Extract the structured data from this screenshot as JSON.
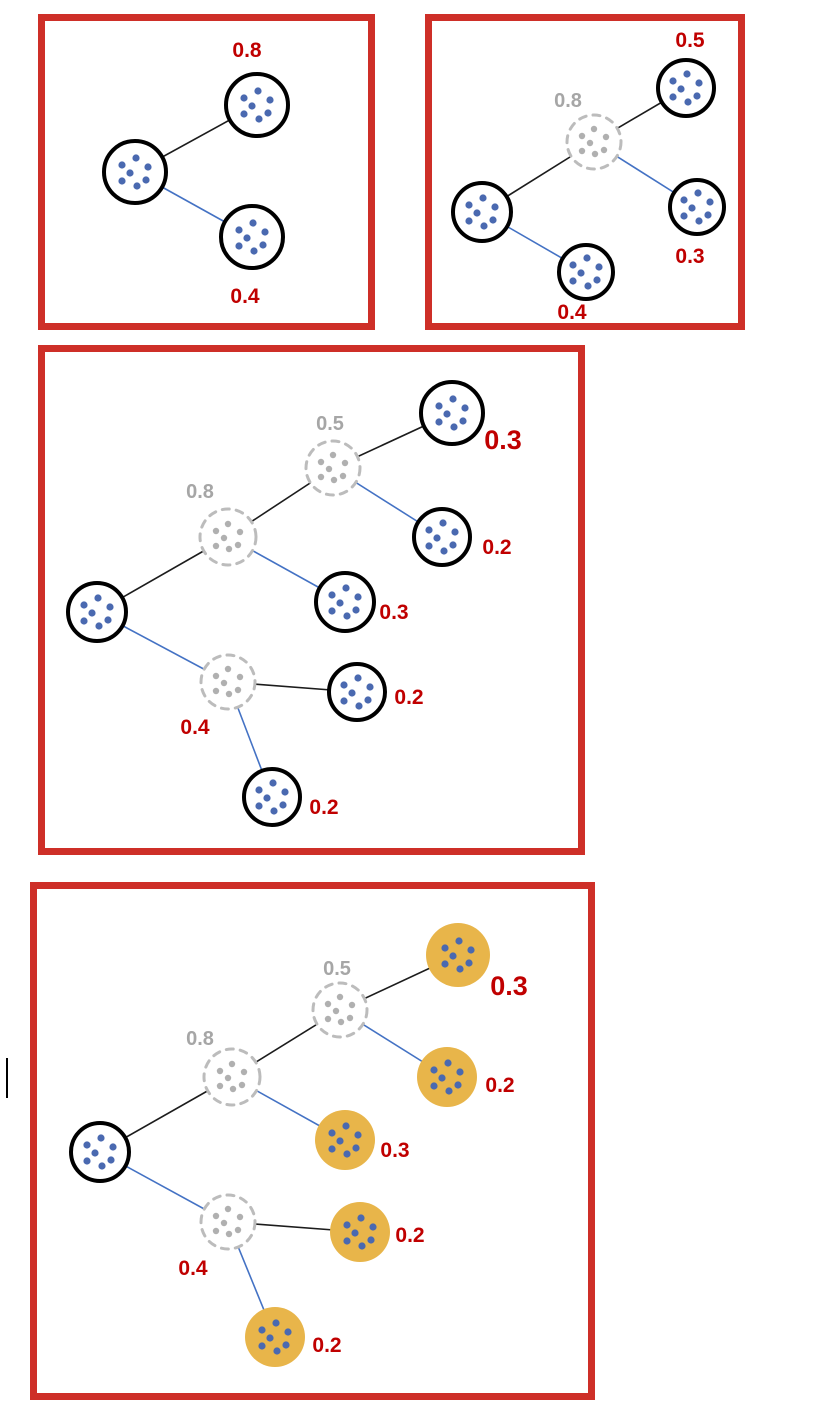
{
  "figure": {
    "description": "Four-step hierarchical cluster splitting diagram with split probabilities"
  },
  "colors": {
    "panel_border": "#ce2f28",
    "node_stroke": "#000000",
    "node_fill": "#ffffff",
    "dot_blue": "#4a69b0",
    "ghost_stroke": "#bcbcbc",
    "ghost_dot": "#b0b0b0",
    "leaf_highlight_fill": "#e8b54a",
    "edge_dark": "#1c1c1c",
    "edge_blue": "#4472c4",
    "label_red": "#c00000",
    "label_gray": "#a6a6a6"
  },
  "panel1": {
    "labels": {
      "top_child": "0.8",
      "bottom_child": "0.4"
    }
  },
  "panel2": {
    "labels": {
      "ghost": "0.8",
      "top_child": "0.5",
      "middle_child": "0.3",
      "bottom_child": "0.4"
    }
  },
  "panel3": {
    "labels": {
      "ghost_05": "0.5",
      "ghost_08": "0.8",
      "leaf_top": "0.3",
      "leaf_upper_mid": "0.2",
      "leaf_mid": "0.3",
      "ghost_04": "0.4",
      "leaf_lower_mid": "0.2",
      "leaf_bottom": "0.2"
    }
  },
  "panel4": {
    "labels": {
      "ghost_05": "0.5",
      "ghost_08": "0.8",
      "leaf_top": "0.3",
      "leaf_upper_mid": "0.2",
      "leaf_mid": "0.3",
      "ghost_04": "0.4",
      "leaf_lower_mid": "0.2",
      "leaf_bottom": "0.2"
    }
  }
}
